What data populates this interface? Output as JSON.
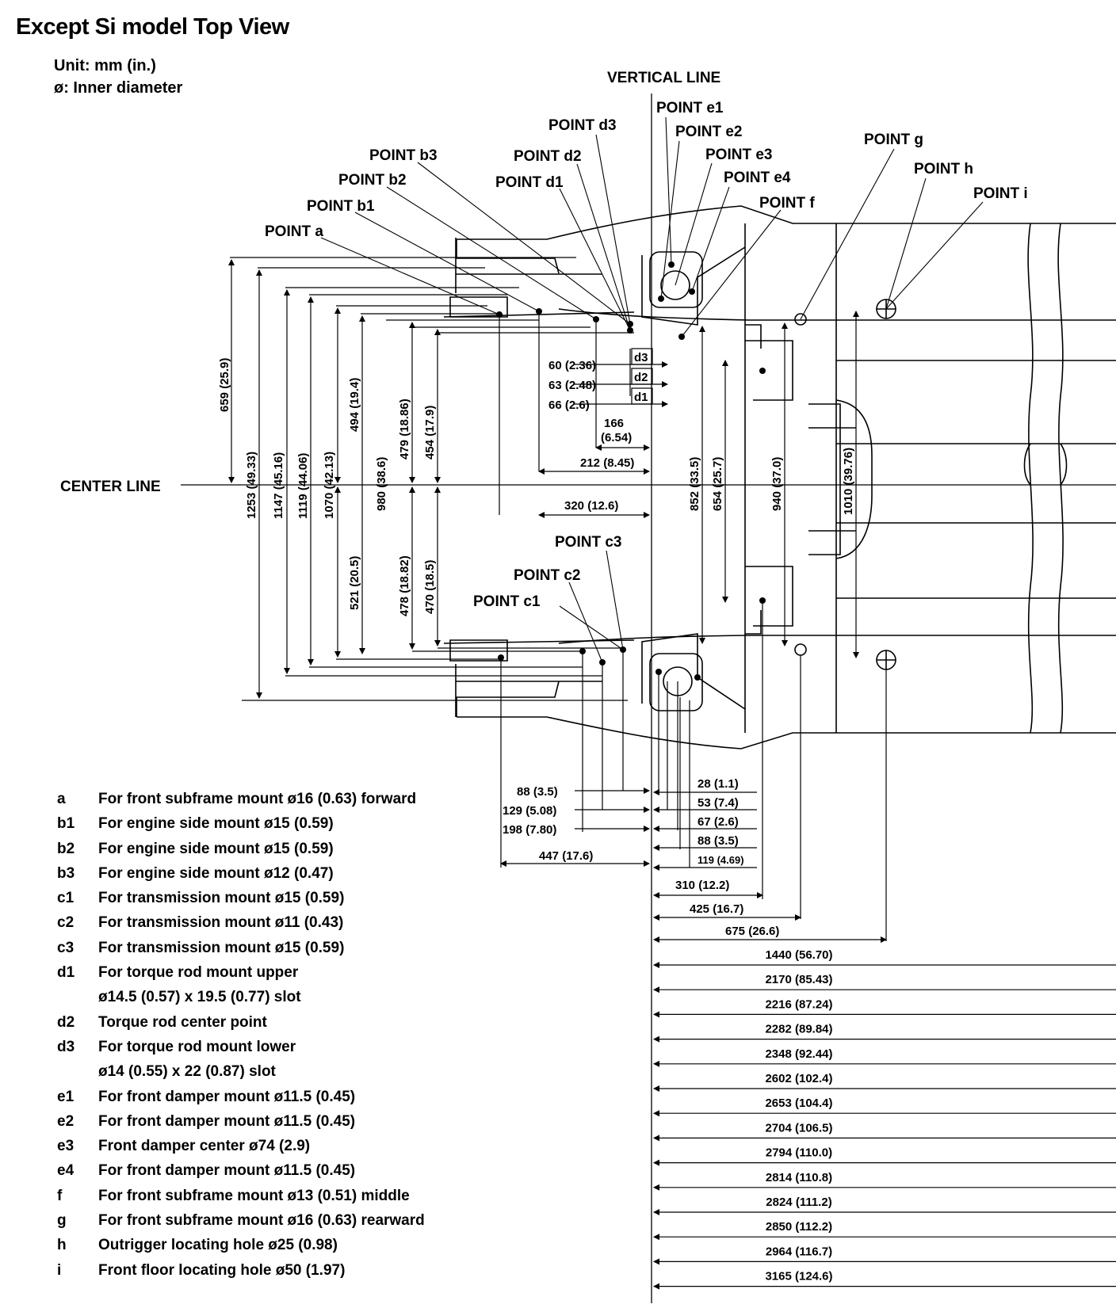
{
  "header": {
    "title": "Except Si model Top View",
    "unit": "Unit: mm (in.)",
    "diameter_note": "ø: Inner diameter"
  },
  "diagram": {
    "axis_labels": {
      "vertical": "VERTICAL LINE",
      "center": "CENTER LINE"
    },
    "points": {
      "a": "POINT a",
      "b1": "POINT b1",
      "b2": "POINT b2",
      "b3": "POINT b3",
      "c1": "POINT c1",
      "c2": "POINT c2",
      "c3": "POINT c3",
      "d1": "POINT d1",
      "d2": "POINT d2",
      "d3": "POINT d3",
      "e1": "POINT e1",
      "e2": "POINT e2",
      "e3": "POINT e3",
      "e4": "POINT e4",
      "f": "POINT f",
      "g": "POINT g",
      "h": "POINT h",
      "i": "POINT i"
    },
    "tags": {
      "d1": "d1",
      "d2": "d2",
      "d3": "d3"
    },
    "vertical_dims": {
      "v659": "659 (25.9)",
      "v1253": "1253 (49.33)",
      "v1147": "1147 (45.16)",
      "v1119": "1119 (44.06)",
      "v1070": "1070 (42.13)",
      "v494": "494 (19.4)",
      "v980": "980 (38.6)",
      "v479": "479 (18.86)",
      "v454": "454 (17.9)",
      "v521": "521 (20.5)",
      "v478": "478 (18.82)",
      "v470": "470 (18.5)",
      "v852": "852 (33.5)",
      "v654": "654 (25.7)",
      "v940": "940 (37.0)",
      "v1010": "1010 (39.76)"
    },
    "horizontal_dims": {
      "h60": "60 (2.36)",
      "h63": "63 (2.48)",
      "h66": "66 (2.6)",
      "h166a": "166",
      "h166b": "(6.54)",
      "h212": "212 (8.45)",
      "h320": "320 (12.6)",
      "h88l": "88 (3.5)",
      "h129": "129 (5.08)",
      "h198": "198 (7.80)",
      "h447": "447 (17.6)",
      "h28": "28 (1.1)",
      "h53": "53 (7.4)",
      "h67": "67 (2.6)",
      "h88r": "88 (3.5)",
      "h119": "119 (4.69)",
      "h310": "310 (12.2)",
      "h425": "425 (16.7)",
      "h675": "675 (26.6)"
    },
    "long_dims": [
      "1440 (56.70)",
      "2170 (85.43)",
      "2216 (87.24)",
      "2282 (89.84)",
      "2348 (92.44)",
      "2602 (102.4)",
      "2653 (104.4)",
      "2704 (106.5)",
      "2794 (110.0)",
      "2814 (110.8)",
      "2824 (111.2)",
      "2850 (112.2)",
      "2964 (116.7)",
      "3165 (124.6)"
    ]
  },
  "legend": [
    {
      "key": "a",
      "text": "For front subframe mount ø16 (0.63) forward"
    },
    {
      "key": "b1",
      "text": "For engine side mount ø15 (0.59)"
    },
    {
      "key": "b2",
      "text": "For engine side mount ø15 (0.59)"
    },
    {
      "key": "b3",
      "text": "For engine side mount ø12 (0.47)"
    },
    {
      "key": "c1",
      "text": "For transmission mount ø15 (0.59)"
    },
    {
      "key": "c2",
      "text": "For transmission mount ø11 (0.43)"
    },
    {
      "key": "c3",
      "text": "For transmission mount ø15 (0.59)"
    },
    {
      "key": "d1",
      "text": "For torque rod mount upper"
    },
    {
      "key": "",
      "text": "ø14.5 (0.57) x 19.5 (0.77) slot"
    },
    {
      "key": "d2",
      "text": "Torque rod center point"
    },
    {
      "key": "d3",
      "text": "For torque rod mount lower"
    },
    {
      "key": "",
      "text": "ø14 (0.55) x 22 (0.87) slot"
    },
    {
      "key": "e1",
      "text": "For front damper mount ø11.5 (0.45)"
    },
    {
      "key": "e2",
      "text": "For front damper mount ø11.5 (0.45)"
    },
    {
      "key": "e3",
      "text": "Front damper center ø74 (2.9)"
    },
    {
      "key": "e4",
      "text": "For front damper mount ø11.5 (0.45)"
    },
    {
      "key": "f",
      "text": "For front subframe mount ø13 (0.51) middle"
    },
    {
      "key": "g",
      "text": "For front subframe mount ø16 (0.63) rearward"
    },
    {
      "key": "h",
      "text": "Outrigger locating hole ø25 (0.98)"
    },
    {
      "key": "i",
      "text": "Front floor locating hole ø50 (1.97)"
    }
  ]
}
